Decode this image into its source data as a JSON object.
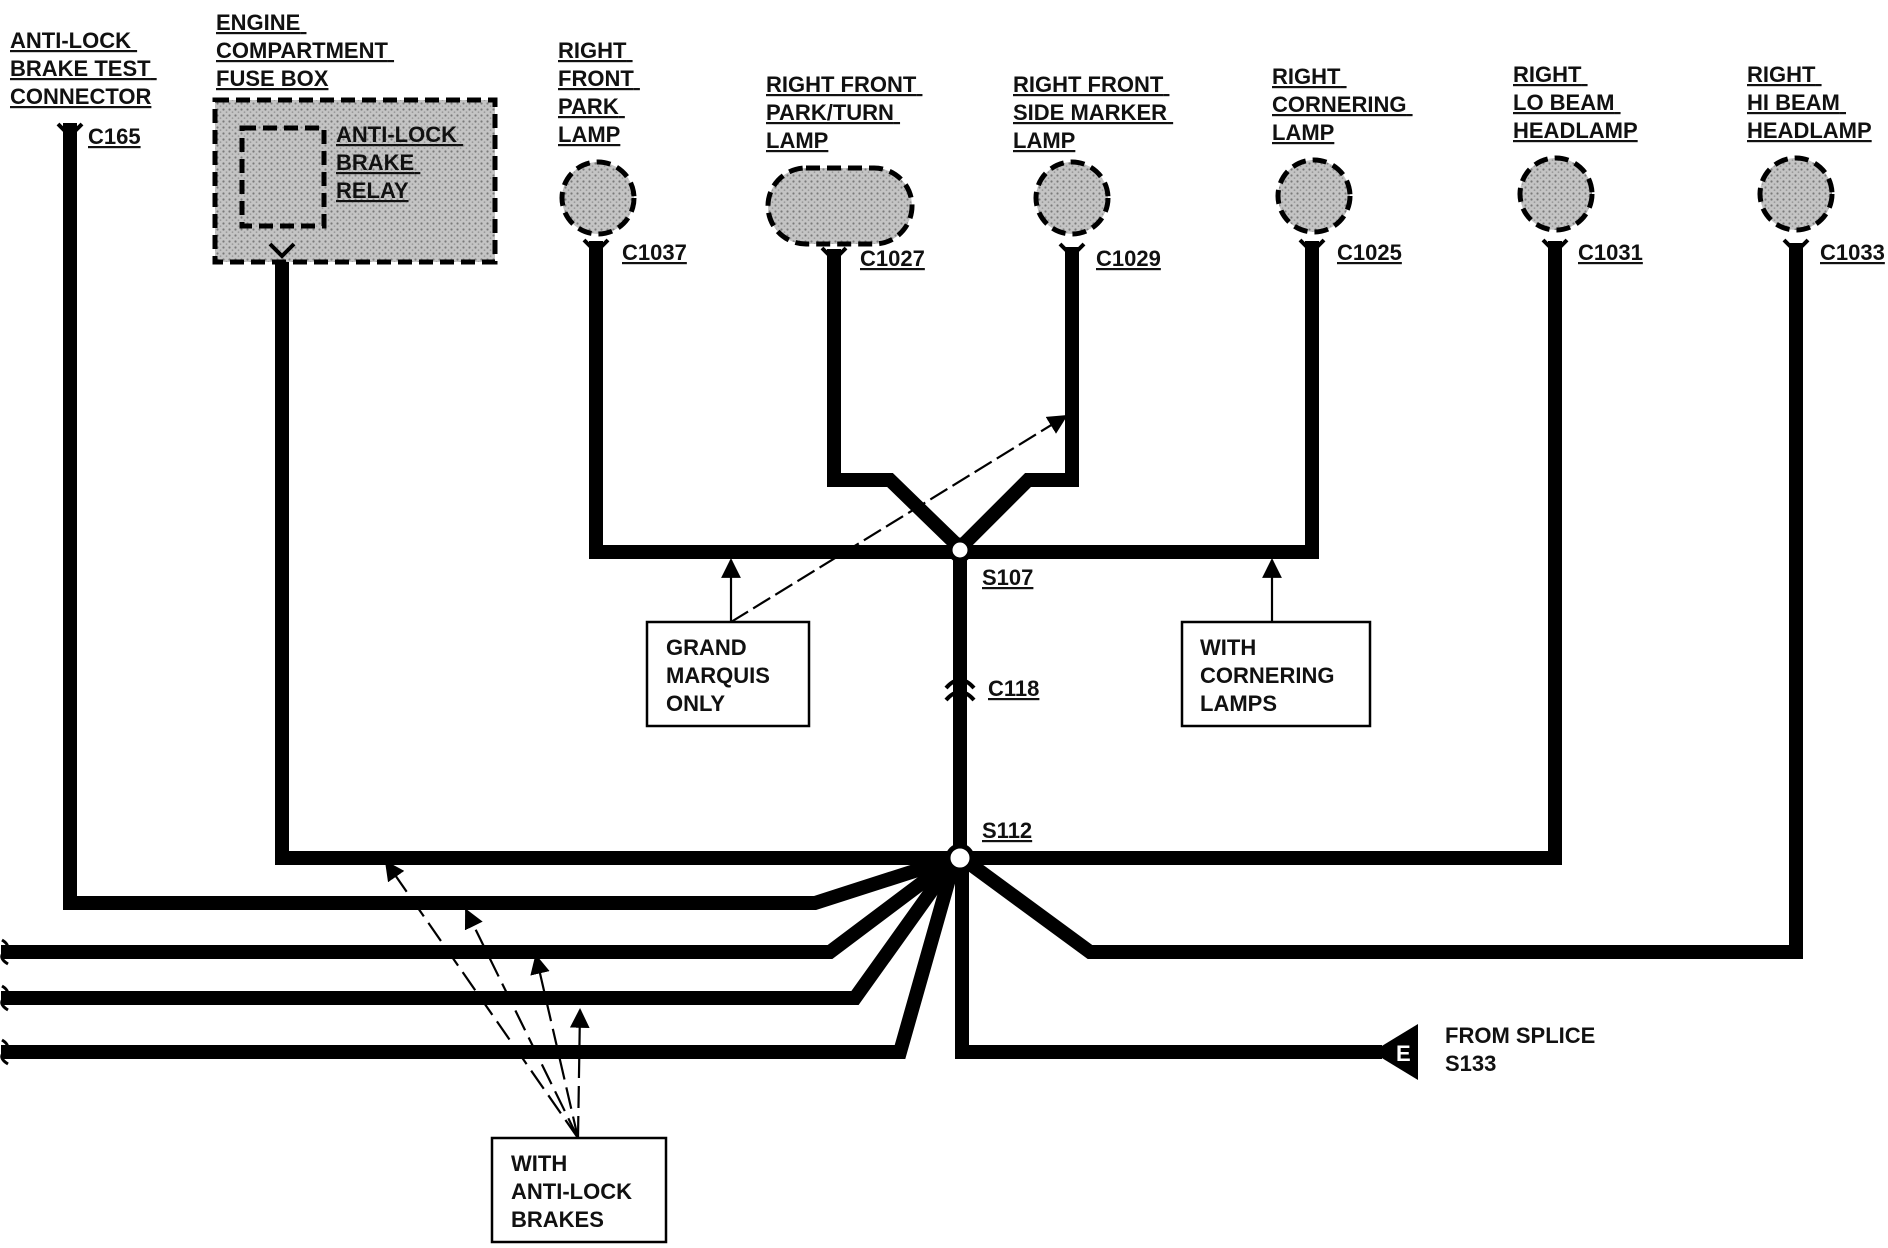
{
  "components": {
    "abs_test": {
      "lines": [
        "ANTI-LOCK",
        "BRAKE TEST",
        "CONNECTOR"
      ],
      "connector": "C165"
    },
    "fuse_box": {
      "lines": [
        "ENGINE",
        "COMPARTMENT",
        "FUSE BOX"
      ]
    },
    "abs_relay": {
      "lines": [
        "ANTI-LOCK",
        "BRAKE",
        "RELAY"
      ]
    },
    "park_lamp": {
      "lines": [
        "RIGHT",
        "FRONT",
        "PARK",
        "LAMP"
      ],
      "connector": "C1037"
    },
    "park_turn_lamp": {
      "lines": [
        "RIGHT FRONT",
        "PARK/TURN",
        "LAMP"
      ],
      "connector": "C1027"
    },
    "side_marker_lamp": {
      "lines": [
        "RIGHT FRONT",
        "SIDE MARKER",
        "LAMP"
      ],
      "connector": "C1029"
    },
    "cornering_lamp": {
      "lines": [
        "RIGHT",
        "CORNERING",
        "LAMP"
      ],
      "connector": "C1025"
    },
    "lo_beam": {
      "lines": [
        "RIGHT",
        "LO BEAM",
        "HEADLAMP"
      ],
      "connector": "C1031"
    },
    "hi_beam": {
      "lines": [
        "RIGHT",
        "HI BEAM",
        "HEADLAMP"
      ],
      "connector": "C1033"
    }
  },
  "splices": {
    "s107": "S107",
    "s112": "S112",
    "c118": "C118"
  },
  "notes": {
    "grand_marquis": [
      "GRAND",
      "MARQUIS",
      "ONLY"
    ],
    "cornering": [
      "WITH",
      "CORNERING",
      "LAMPS"
    ],
    "abs": [
      "WITH",
      "ANTI-LOCK",
      "BRAKES"
    ]
  },
  "ground": {
    "symbol": "E",
    "lines": [
      "FROM SPLICE",
      "S133"
    ]
  }
}
